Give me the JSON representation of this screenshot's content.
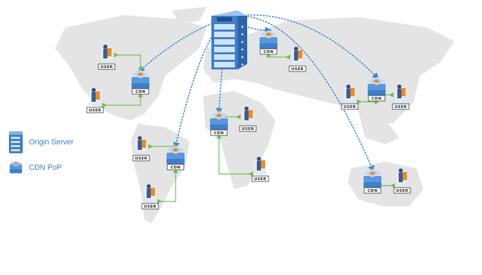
{
  "legend": {
    "origin_label": "Origin Server",
    "cdn_label": "CDN PoP"
  },
  "node_labels": {
    "cdn": "CDN",
    "user": "USER"
  },
  "colors": {
    "blue_link": "#3d84d6",
    "green_link": "#6cc04a",
    "server_blue": "#3f7fcb",
    "accent_orange": "#f28a1e",
    "land": "#e3e3e3"
  },
  "cdn_nodes": [
    "europe",
    "north-america",
    "south-america",
    "africa",
    "asia",
    "australia"
  ],
  "user_count": 10
}
